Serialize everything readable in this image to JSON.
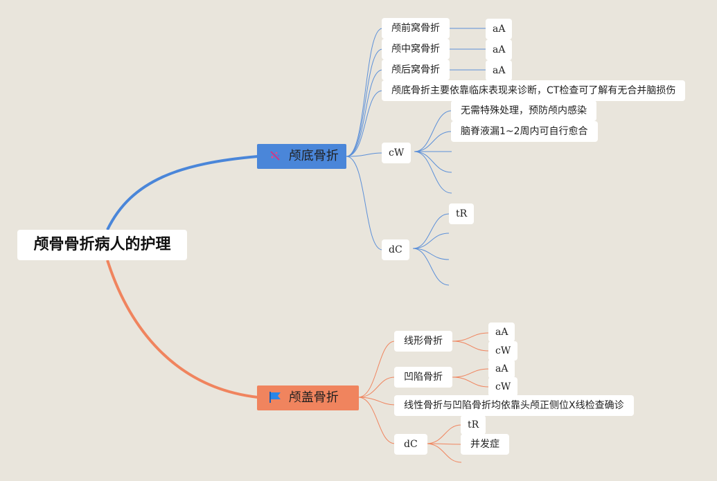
{
  "root": {
    "title": "颅骨骨折病人的护理"
  },
  "colors": {
    "background": "#e9e5dc",
    "branch_blue": "#4a86d9",
    "branch_orange": "#f0845e",
    "line_blue": "#5b8fd8",
    "line_orange": "#f0845e"
  },
  "branches": [
    {
      "title": "颅底骨折",
      "icon": "sparkle-icon",
      "children": [
        {
          "label": "颅前窝骨折",
          "children": [
            {
              "label": "aA"
            }
          ]
        },
        {
          "label": "颅中窝骨折",
          "children": [
            {
              "label": "aA"
            }
          ]
        },
        {
          "label": "颅后窝骨折",
          "children": [
            {
              "label": "aA"
            }
          ]
        },
        {
          "label": "颅底骨折主要依靠临床表现来诊断，CT检查可了解有无合并脑损伤"
        },
        {
          "label": "cW",
          "children": [
            {
              "label": "无需特殊处理，预防颅内感染"
            },
            {
              "label": "脑脊液漏1~2周内可自行愈合"
            },
            {
              "label": ""
            },
            {
              "label": ""
            },
            {
              "label": ""
            }
          ]
        },
        {
          "label": "dC",
          "children": [
            {
              "label": "tR"
            },
            {
              "label": ""
            },
            {
              "label": ""
            },
            {
              "label": ""
            }
          ]
        }
      ]
    },
    {
      "title": "颅盖骨折",
      "icon": "flag-icon",
      "children": [
        {
          "label": "线形骨折",
          "children": [
            {
              "label": "aA"
            },
            {
              "label": "cW"
            }
          ]
        },
        {
          "label": "凹陷骨折",
          "children": [
            {
              "label": "aA"
            },
            {
              "label": "cW"
            }
          ]
        },
        {
          "label": "线性骨折与凹陷骨折均依靠头颅正侧位X线检查确诊"
        },
        {
          "label": "dC",
          "children": [
            {
              "label": "tR"
            },
            {
              "label": "并发症"
            },
            {
              "label": ""
            }
          ]
        }
      ]
    }
  ]
}
